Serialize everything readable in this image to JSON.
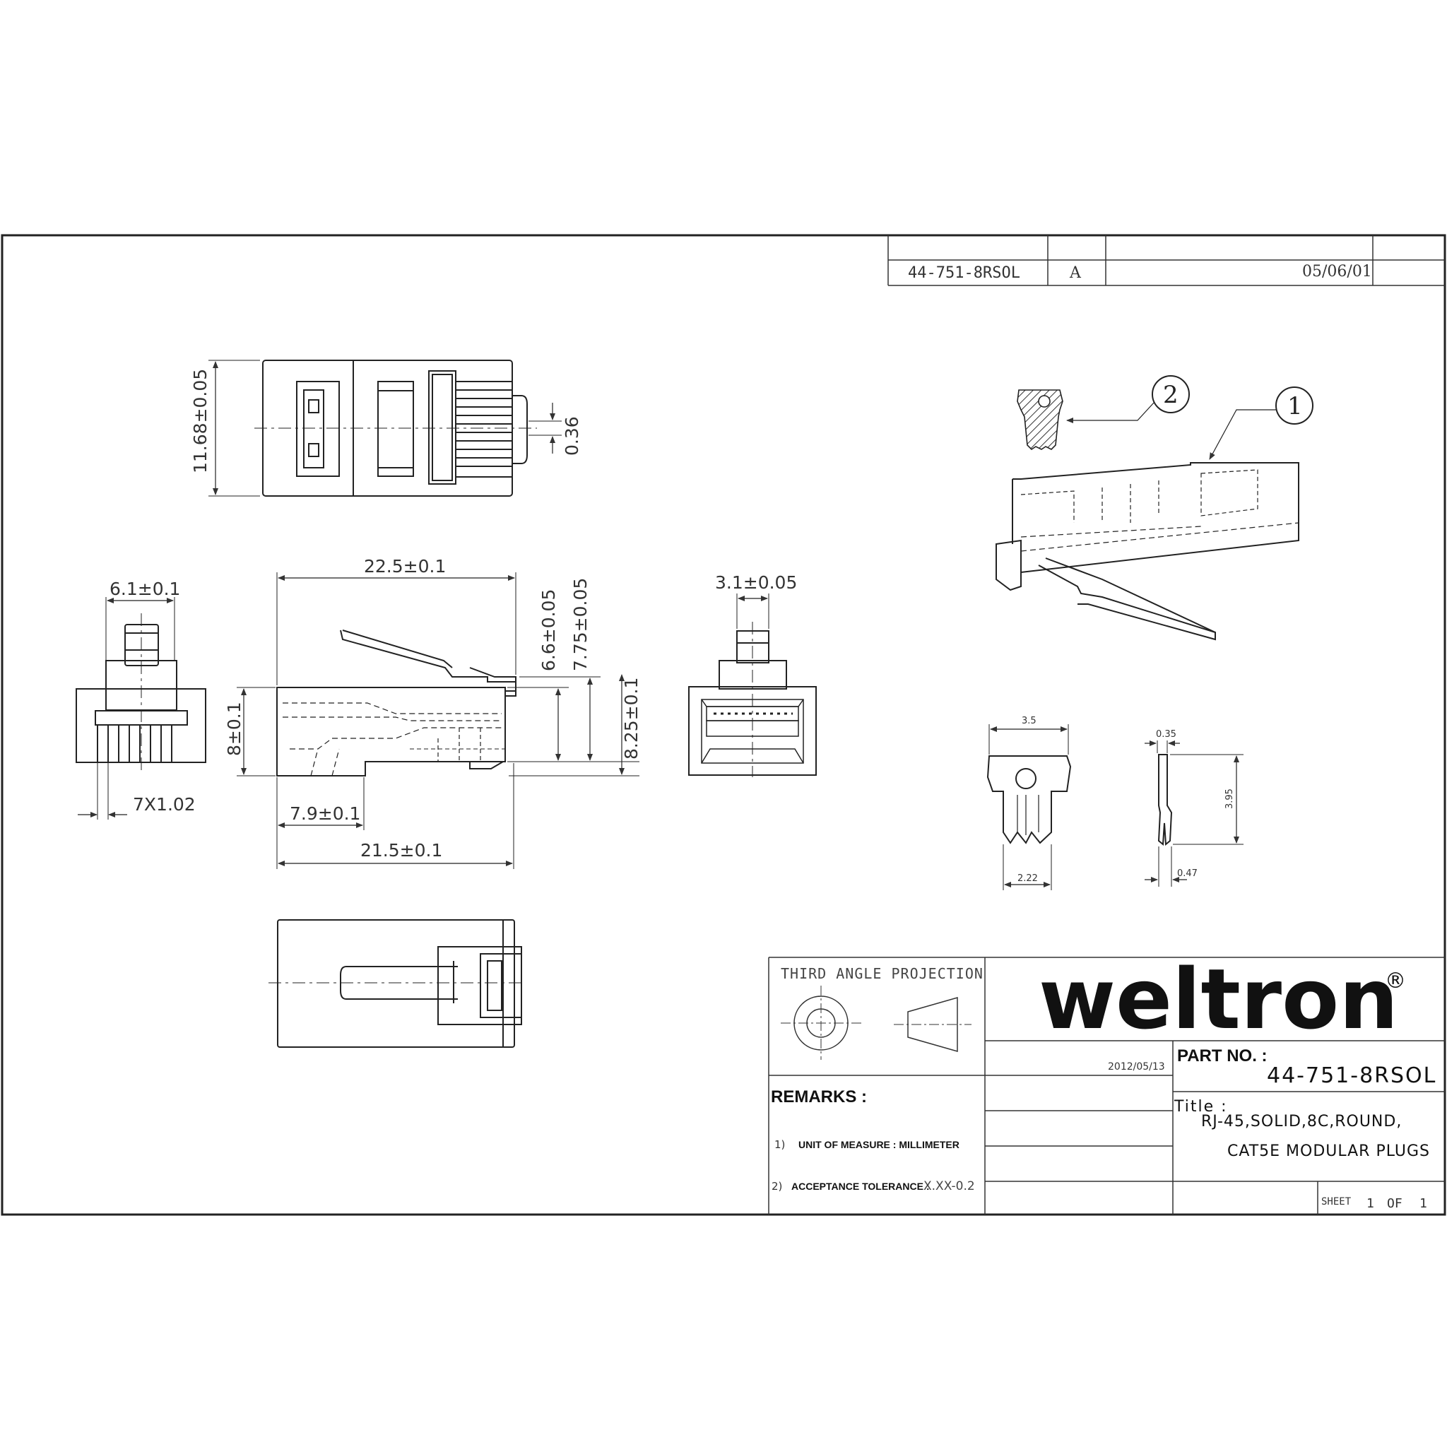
{
  "revision_block": {
    "part_number": "44-751-8RSOL",
    "revision": "A",
    "date": "05/06/01"
  },
  "views": {
    "top": {
      "dims": {
        "height": "11.68±0.05",
        "pitch": "0.36"
      }
    },
    "front": {
      "dims": {
        "width": "6.1±0.1",
        "height": "8±0.1",
        "contact_pitch": "7X1.02"
      }
    },
    "side": {
      "dims": {
        "overall_length": "22.5±0.1",
        "height_latch": "6.6±0.05",
        "height_top": "7.75±0.05",
        "height_total": "8.25±0.1",
        "offset": "7.9±0.1",
        "body_length": "21.5±0.1"
      }
    },
    "rear": {
      "dims": {
        "tab_width": "3.1±0.05"
      }
    },
    "contact_detail": {
      "dims": {
        "width": "3.5",
        "thickness": "0.35",
        "height": "3.95",
        "base_width": "2.22",
        "tip": "0.47"
      }
    },
    "balloons": [
      "1",
      "2"
    ]
  },
  "title_block": {
    "projection_label": "THIRD ANGLE PROJECTION",
    "brand": "weltron",
    "brand_mark": "®",
    "date": "2012/05/13",
    "part_no_label": "PART NO. :",
    "part_no": "44-751-8RSOL",
    "title_label": "Title :",
    "title_line1": "RJ-45,SOLID,8C,ROUND,",
    "title_line2": "CAT5E MODULAR PLUGS",
    "remarks_label": "REMARKS :",
    "remark1_num": "1)",
    "remark1": "UNIT OF MEASURE : MILLIMETER",
    "remark2_num": "2)",
    "remark2": "ACCEPTANCE TOLERANCE :",
    "remark2_value": "X.XX-0.2",
    "sheet_label": "SHEET",
    "sheet_num": "1",
    "sheet_of": "OF",
    "sheet_total": "1"
  }
}
